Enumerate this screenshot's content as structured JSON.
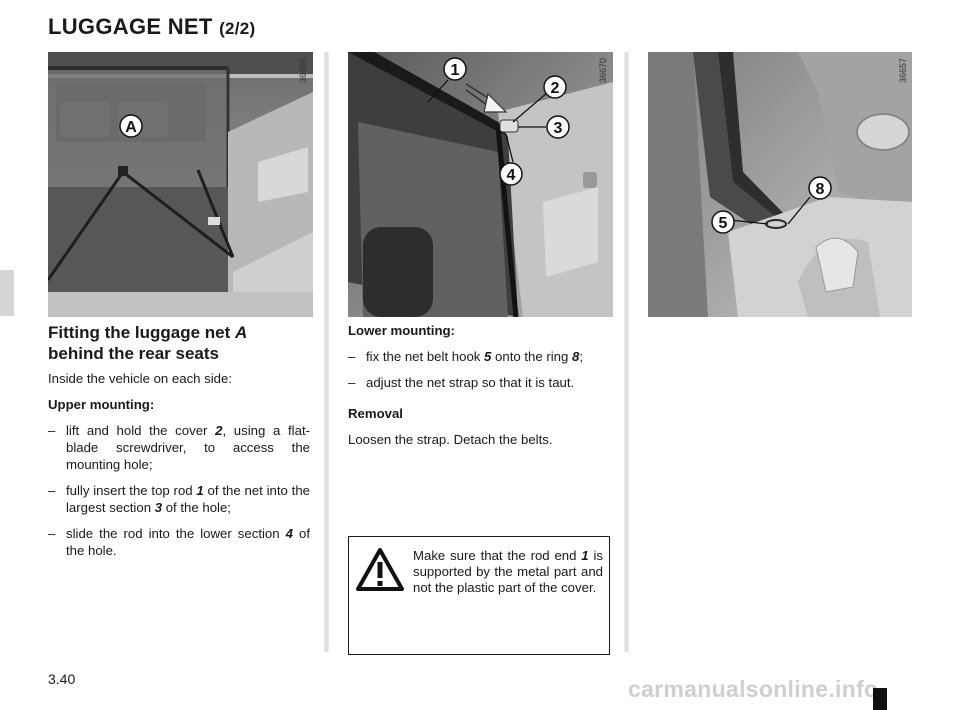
{
  "header": {
    "title": "LUGGAGE NET",
    "title_suffix": "(2/2)"
  },
  "figures": [
    {
      "ref": "36656",
      "callouts": [
        "A"
      ]
    },
    {
      "ref": "36670",
      "callouts": [
        "1",
        "2",
        "3",
        "4"
      ]
    },
    {
      "ref": "36657",
      "callouts": [
        "8",
        "5"
      ]
    }
  ],
  "section": {
    "heading_text": "Fitting the luggage net",
    "heading_ref": "A",
    "heading_line2": "behind the rear seats",
    "intro": "Inside the vehicle on each side:",
    "upper_heading": "Upper mounting:",
    "upper_items": [
      {
        "a": "lift and hold the cover ",
        "ref": "2",
        "b": ", using a flat-blade screwdriver, to access the mounting hole;"
      },
      {
        "a": "fully insert the top rod ",
        "ref": "1",
        "b": " of the net into the largest section ",
        "ref2": "3",
        "c": " of the hole;"
      },
      {
        "a": "slide the rod into the lower section ",
        "ref": "4",
        "b": " of the hole."
      }
    ],
    "lower_heading": "Lower mounting:",
    "lower_items": [
      {
        "a": "fix the net belt hook ",
        "ref": "5",
        "b": " onto the ring ",
        "ref2": "8",
        "c": ";"
      },
      {
        "a": "adjust the net strap so that it is taut."
      }
    ],
    "removal_heading": "Removal",
    "removal_text": "Loosen the strap. Detach the belts."
  },
  "warning": {
    "icon": "warning-triangle-icon",
    "a": "Make sure that the rod end ",
    "ref": "1",
    "b": " is supported by the metal part and not the plastic part of the cover."
  },
  "footer": {
    "page_number": "3.40",
    "watermark": "carmanualsonline.info"
  }
}
